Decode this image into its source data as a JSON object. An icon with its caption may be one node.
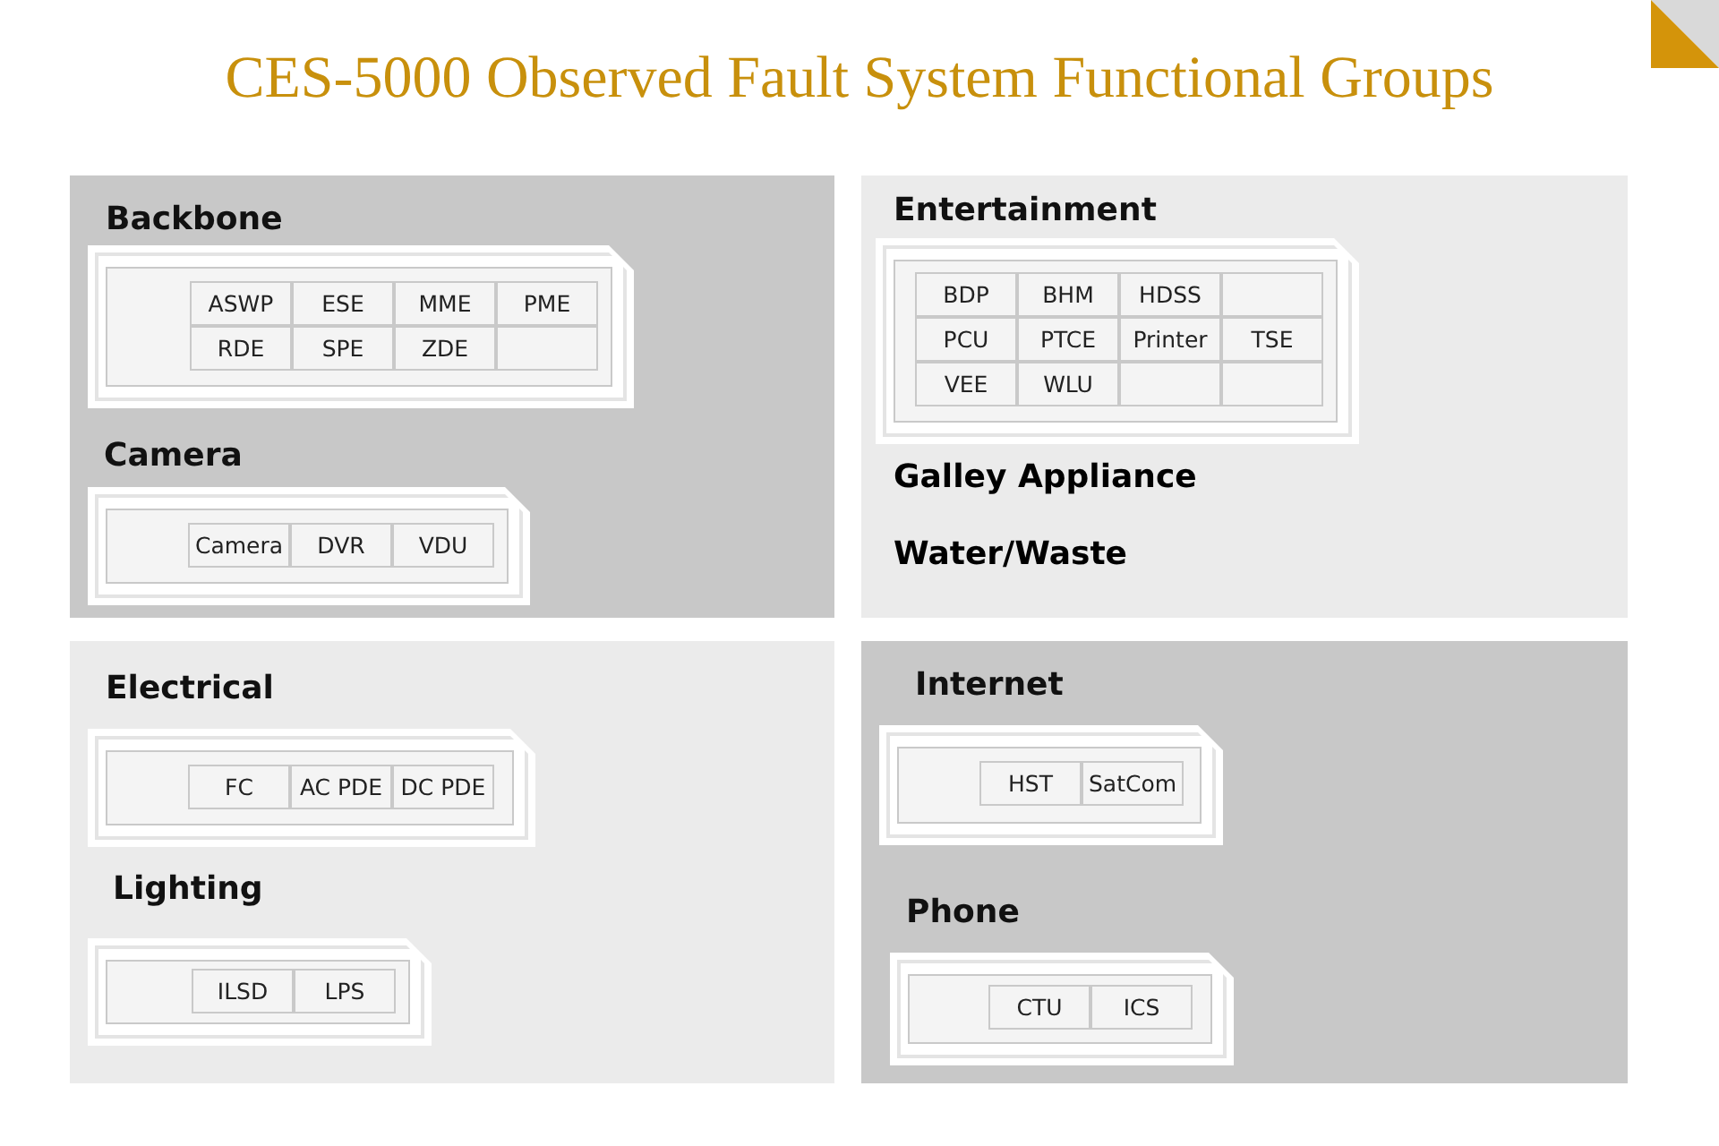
{
  "diagram": {
    "title": "CES-5000 Observed Fault System Functional Groups",
    "nodes": [
      {
        "text": [],
        "shape": "box"
      },
      {
        "text": [
          "Backbone"
        ],
        "in": 0
      },
      {
        "text": [
          "ASWP"
        ],
        "in": 1
      },
      {
        "text": [
          "ESE"
        ],
        "in": 1
      },
      {
        "text": [
          "MME"
        ],
        "in": 1
      },
      {
        "text": [
          "PME"
        ],
        "in": 1
      },
      {
        "text": [
          "RDE"
        ],
        "in": 1
      },
      {
        "text": [
          "SPE"
        ],
        "in": 1
      },
      {
        "text": [
          "ZDE"
        ],
        "in": 1
      },
      {
        "text": [],
        "shape": "box",
        "in": 1
      },
      {
        "text": [
          "Camera"
        ],
        "in": 0
      },
      {
        "text": [
          "Camera"
        ],
        "in": 10
      },
      {
        "text": [
          "DVR"
        ],
        "in": 10
      },
      {
        "text": [
          "VDU"
        ],
        "in": 10
      },
      {
        "text": [],
        "shape": "box"
      },
      {
        "text": [
          "Entertainment"
        ],
        "in": 14
      },
      {
        "text": [
          "BDP"
        ],
        "in": 15
      },
      {
        "text": [
          "BHM"
        ],
        "in": 15
      },
      {
        "text": [
          "HDSS"
        ],
        "in": 15
      },
      {
        "text": [],
        "shape": "box",
        "in": 15
      },
      {
        "text": [
          "PCU"
        ],
        "in": 15
      },
      {
        "text": [
          "PTCE"
        ],
        "in": 15
      },
      {
        "text": [
          "Printer"
        ],
        "in": 15
      },
      {
        "text": [
          "TSE"
        ],
        "in": 15
      },
      {
        "text": [
          "VEE"
        ],
        "in": 15
      },
      {
        "text": [
          "WLU"
        ],
        "in": 15
      },
      {
        "text": [],
        "shape": "box",
        "in": 15
      },
      {
        "text": [],
        "shape": "box",
        "in": 15
      },
      {
        "text": [],
        "shape": "box"
      },
      {
        "text": [
          "Electrical"
        ],
        "in": 28
      },
      {
        "text": [
          "FC"
        ],
        "in": 29
      },
      {
        "text": [
          "AC PDE"
        ],
        "in": 29
      },
      {
        "text": [
          "DC PDE"
        ],
        "in": 29
      },
      {
        "text": [
          "Lighting"
        ],
        "in": 28
      },
      {
        "text": [
          "ILSD"
        ],
        "in": 33
      },
      {
        "text": [
          "LPS"
        ],
        "in": 33
      },
      {
        "text": [],
        "shape": "box"
      },
      {
        "text": [
          "Internet"
        ],
        "in": 36
      },
      {
        "text": [
          "HST"
        ],
        "in": 37
      },
      {
        "text": [
          "SatCom"
        ],
        "in": 37
      },
      {
        "text": [
          "Phone"
        ],
        "in": 36
      },
      {
        "text": [
          "CTU"
        ],
        "in": 40
      },
      {
        "text": [
          "ICS"
        ],
        "in": 40
      }
    ],
    "labels": [
      "Galley Appliance",
      "Water/Waste"
    ]
  }
}
